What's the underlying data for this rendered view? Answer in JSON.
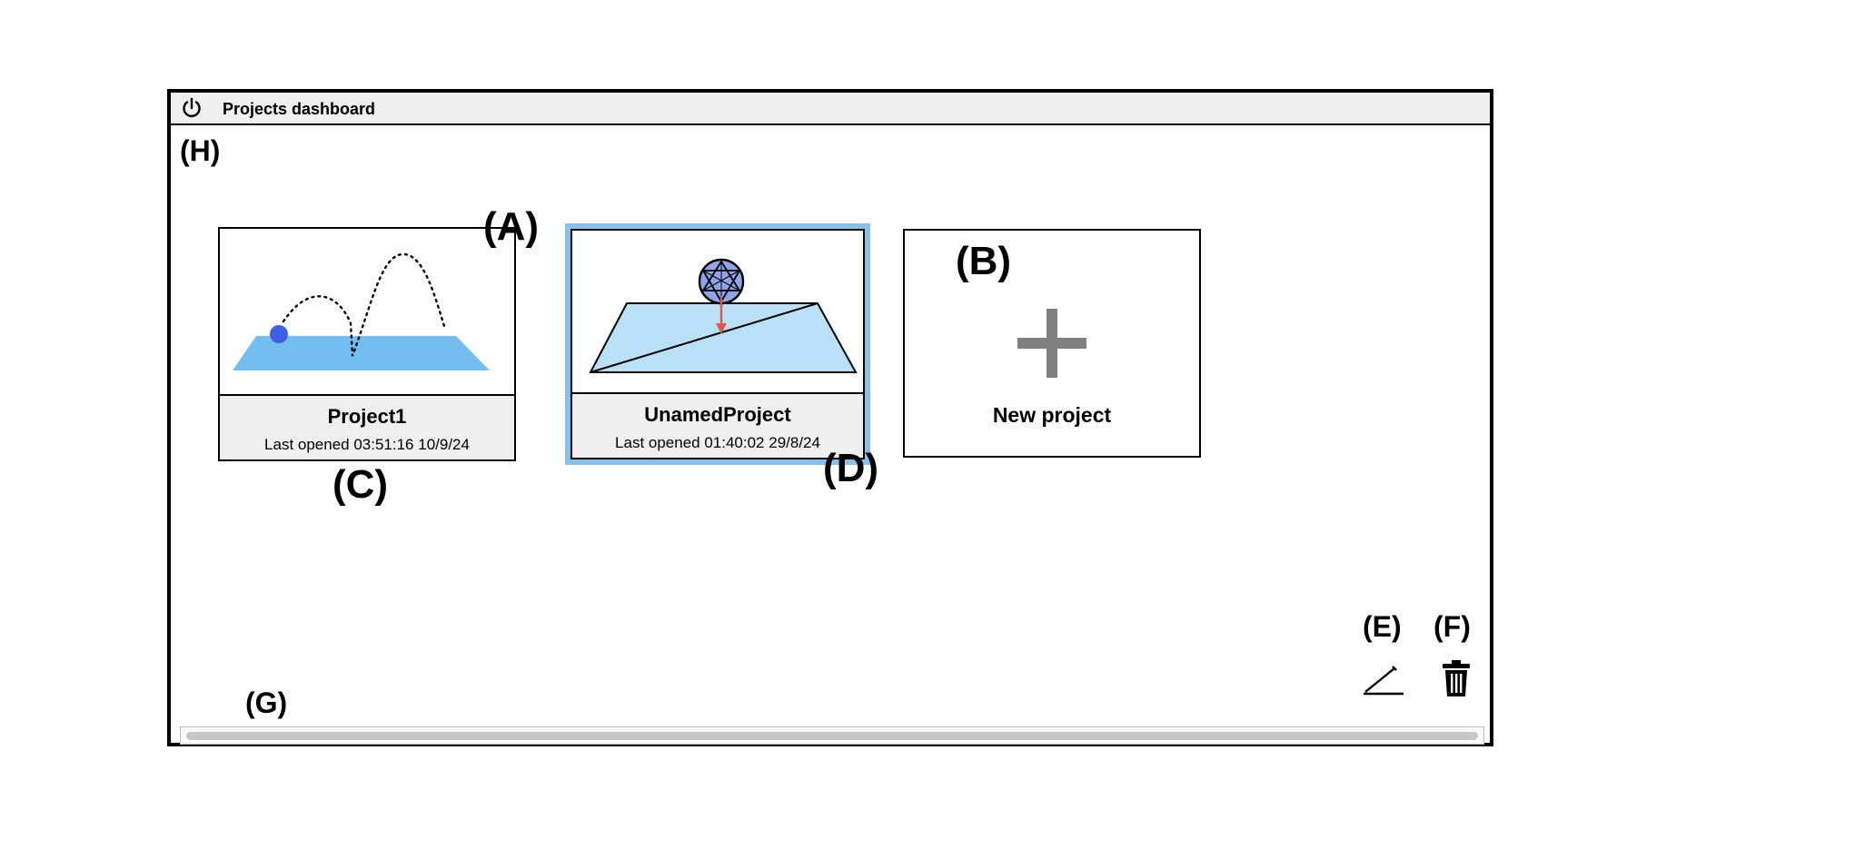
{
  "window": {
    "title": "Projects dashboard"
  },
  "projects": [
    {
      "name": "Project1",
      "last_opened": "Last opened 03:51:16 10/9/24",
      "selected": false
    },
    {
      "name": "UnamedProject",
      "last_opened": "Last opened 01:40:02 29/8/24",
      "selected": true
    }
  ],
  "new_project": {
    "label": "New project"
  },
  "markers": {
    "a": "(A)",
    "b": "(B)",
    "c": "(C)",
    "d": "(D)",
    "e": "(E)",
    "f": "(F)",
    "g": "(G)",
    "h": "(H)"
  },
  "icons": {
    "power": "power-icon",
    "edit": "pencil-icon",
    "delete": "trash-icon",
    "add": "plus-icon"
  },
  "colors": {
    "selection": "#86c1ec",
    "titlebar": "#efefef",
    "thumb_surface": "#72bef0",
    "ball": "#3c5fe6",
    "plane": "#b9e0f7",
    "force_arrow": "#e0584a",
    "plus": "#808080"
  }
}
